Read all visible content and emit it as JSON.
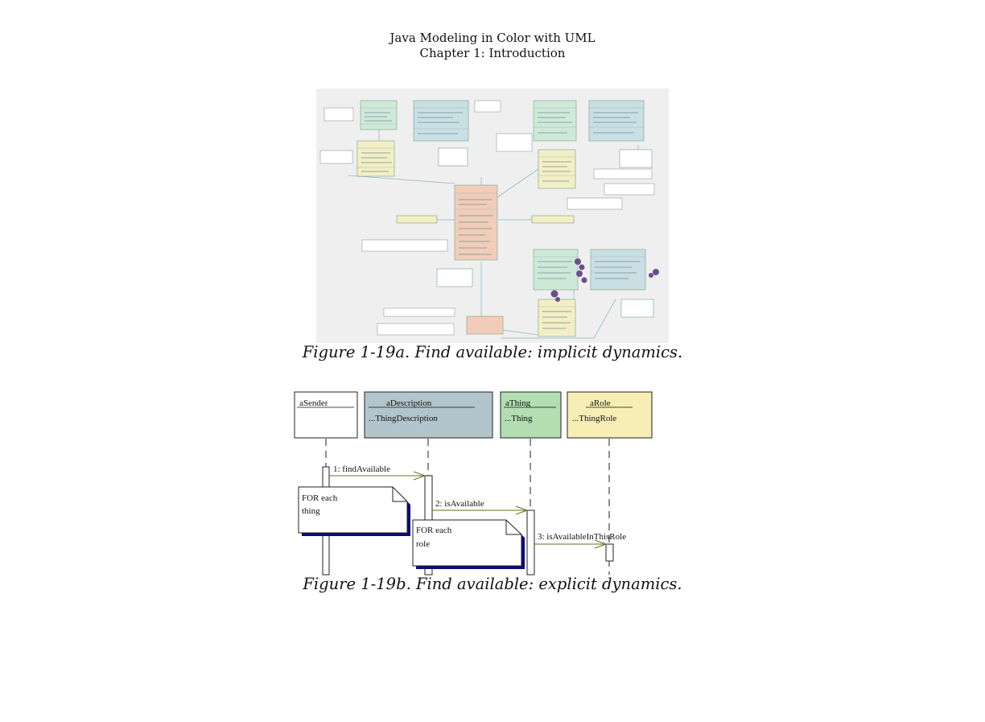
{
  "header": {
    "line1": "Java Modeling in Color with UML",
    "line2": "Chapter 1: Introduction"
  },
  "figure_a": {
    "caption": "Figure 1-19a. Find available: implicit dynamics.",
    "colors": {
      "background": "#efefef",
      "green": "#cfe9d8",
      "blue": "#c9dfe4",
      "yellow": "#f3efc4",
      "pink": "#f1cdb9",
      "note": "#ffffff",
      "pen": "#6a4f8c"
    }
  },
  "figure_b": {
    "caption": "Figure 1-19b. Find available: explicit dynamics.",
    "lifelines": [
      {
        "name": "aSender",
        "type": "",
        "color": "#ffffff"
      },
      {
        "name": "aDescription",
        "type": "...ThingDescription",
        "color": "#b3c5cc"
      },
      {
        "name": "aThing",
        "type": "...Thing",
        "color": "#b2deb2"
      },
      {
        "name": "aRole",
        "type": "...ThingRole",
        "color": "#f6eeb4"
      }
    ],
    "messages": [
      "1: findAvailable",
      "2: isAvailable",
      "3: isAvailableInThisRole"
    ],
    "notes": [
      {
        "line1": "FOR each",
        "line2": "thing"
      },
      {
        "line1": "FOR each",
        "line2": "role"
      }
    ],
    "colors": {
      "message_line": "#6b6b1e",
      "note_shadow": "#0b0b7a"
    }
  }
}
